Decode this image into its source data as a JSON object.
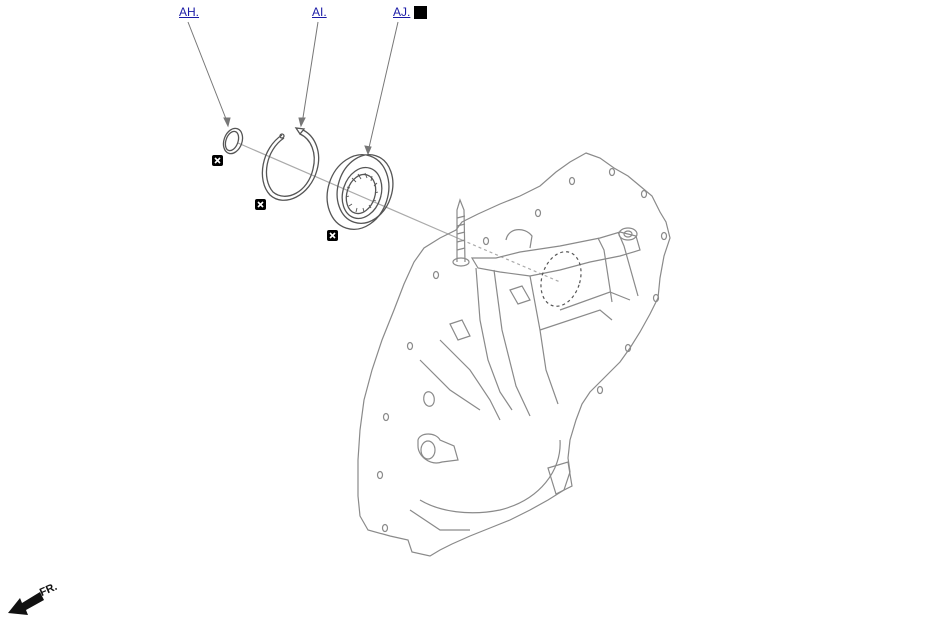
{
  "callouts": [
    {
      "id": "AH",
      "label": "AH."
    },
    {
      "id": "AI",
      "label": "AI."
    },
    {
      "id": "AJ",
      "label": "AJ."
    }
  ],
  "direction": {
    "label": "FR."
  },
  "icons": {
    "replace_part": "x-box-icon",
    "note_marker": "black-square-icon",
    "front_arrow": "arrow-icon"
  },
  "colors": {
    "callout_link": "#1a1aa6",
    "part_line": "#555555",
    "housing_line": "#8a8a8a",
    "marker": "#000000"
  }
}
